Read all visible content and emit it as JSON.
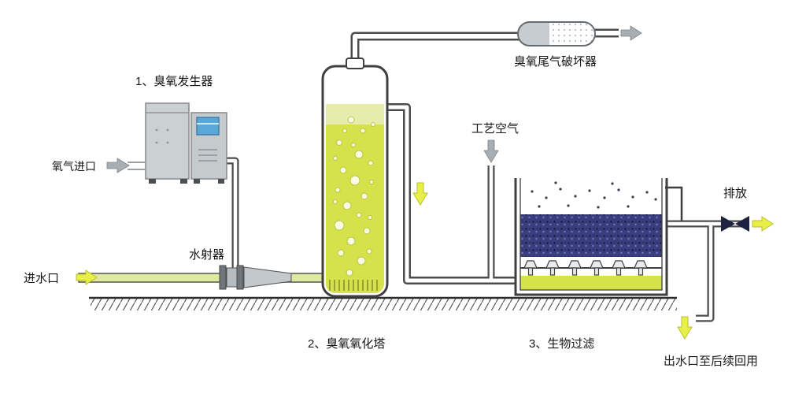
{
  "diagram": {
    "labels": {
      "ozone_generator": "1、臭氧发生器",
      "oxygen_inlet": "氧气进口",
      "water_inlet": "进水口",
      "ejector": "水射器",
      "oxidation_tower": "2、臭氧氧化塔",
      "tail_gas_destructor": "臭氧尾气破坏器",
      "process_air": "工艺空气",
      "biofilter": "3、生物过滤",
      "discharge": "排放",
      "outlet_reuse": "出水口至后续回用"
    },
    "colors": {
      "liquid": "#d6e24b",
      "liquid_pale": "#e6edaa",
      "inlet_pipe": "#e0e9a0",
      "media": "#3a3e7e",
      "arrow_yellow": "#e9ef49",
      "arrow_gray": "#a9aeb2",
      "box_gray": "#cbd0d3",
      "screen_blue": "#5aa8d8"
    }
  }
}
